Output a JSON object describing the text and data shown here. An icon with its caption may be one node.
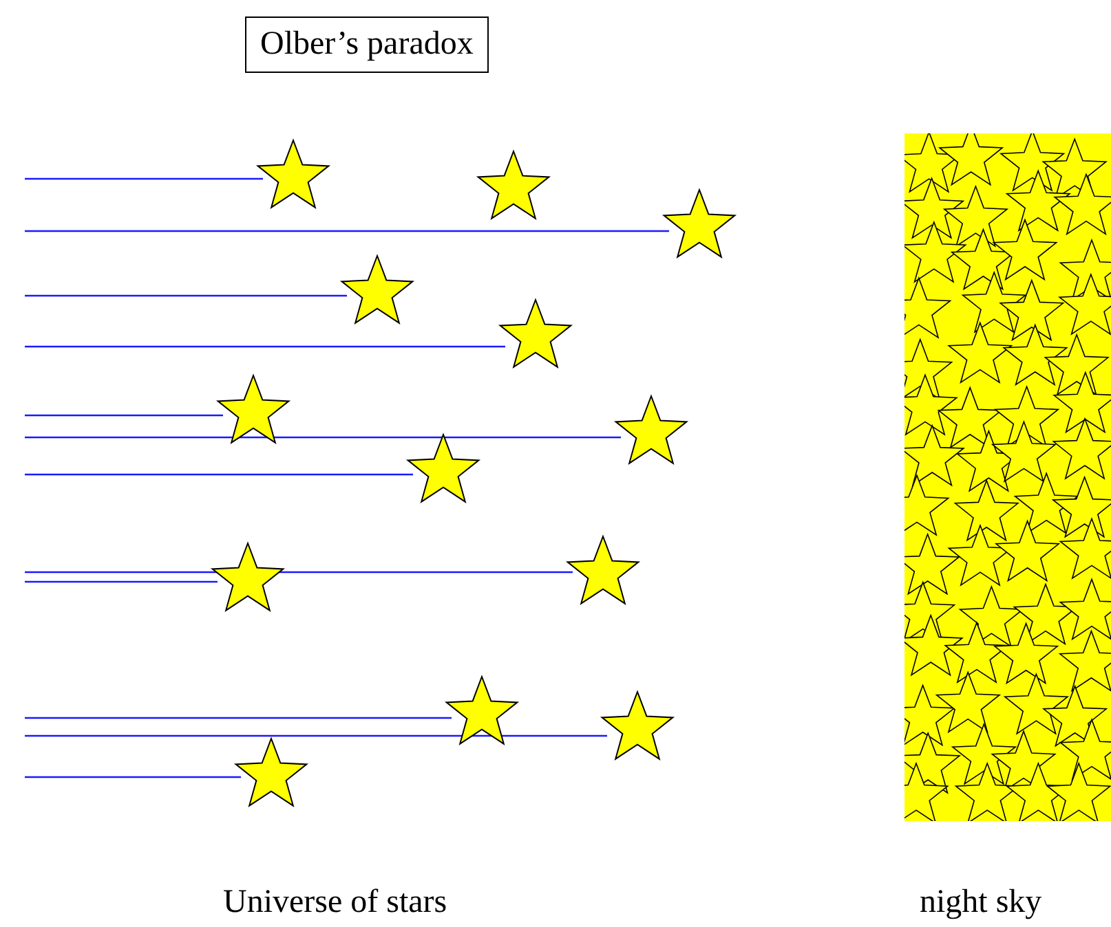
{
  "diagram": {
    "title": "Olber’s paradox",
    "nodes": [
      {
        "text": [],
        "shape": "star"
      },
      {
        "text": [],
        "shape": "star"
      },
      {
        "text": [],
        "shape": "star"
      },
      {
        "text": [],
        "shape": "star"
      },
      {
        "text": [],
        "shape": "star"
      },
      {
        "text": [],
        "shape": "star"
      },
      {
        "text": [],
        "shape": "star"
      },
      {
        "text": [],
        "shape": "star"
      },
      {
        "text": [],
        "shape": "star"
      },
      {
        "text": [],
        "shape": "star"
      },
      {
        "text": [],
        "shape": "star"
      },
      {
        "text": [],
        "shape": "star"
      },
      {
        "text": [],
        "shape": "star"
      }
    ],
    "edges": [
      {
        "from": null,
        "to": 0,
        "arrow": "none"
      },
      {
        "from": null,
        "to": 2,
        "arrow": "none"
      },
      {
        "from": null,
        "to": 3,
        "arrow": "none"
      },
      {
        "from": null,
        "to": 4,
        "arrow": "none"
      },
      {
        "from": null,
        "to": 5,
        "arrow": "none"
      },
      {
        "from": null,
        "to": 6,
        "arrow": "none"
      },
      {
        "from": null,
        "to": 7,
        "arrow": "none"
      },
      {
        "from": null,
        "to": 8,
        "arrow": "none"
      },
      {
        "from": null,
        "to": 9,
        "arrow": "none"
      },
      {
        "from": null,
        "to": 10,
        "arrow": "none"
      },
      {
        "from": null,
        "to": 11,
        "arrow": "none"
      },
      {
        "from": null,
        "to": 12,
        "arrow": "none"
      }
    ],
    "labels": [
      "Universe of stars",
      "night sky"
    ]
  }
}
